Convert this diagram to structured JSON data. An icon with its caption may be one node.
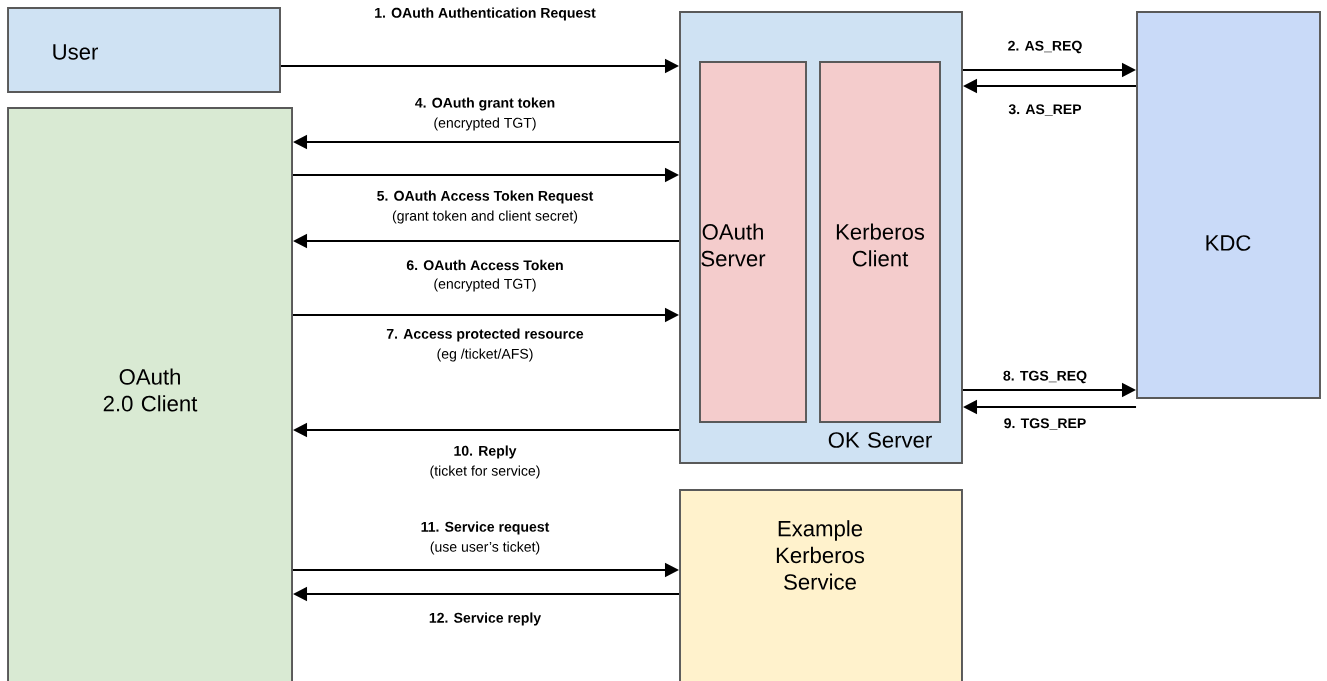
{
  "diagram": {
    "nodes": [
      {
        "text": [
          "User"
        ]
      },
      {
        "text": [
          "OAuth 2.0 Client"
        ]
      },
      {
        "text": [
          "OK Server"
        ]
      },
      {
        "text": [
          "OAuth Server"
        ],
        "in": 2
      },
      {
        "text": [
          "Kerberos Client"
        ],
        "in": 2
      },
      {
        "text": [
          "KDC"
        ]
      },
      {
        "text": [
          "Example Kerberos Service"
        ]
      }
    ],
    "edges": [
      {
        "from": 0,
        "to": 2,
        "arrow": "to",
        "label": "1. OAuth Authentication Request"
      },
      {
        "from": 2,
        "to": 5,
        "arrow": "to",
        "label": "2. AS_REQ"
      },
      {
        "from": 5,
        "to": 2,
        "arrow": "to",
        "label": "3. AS_REP"
      },
      {
        "from": 2,
        "to": 1,
        "arrow": "to",
        "label": "4. OAuth grant token"
      },
      {
        "from": 1,
        "to": 2,
        "arrow": "to",
        "label": "5. OAuth Access Token Request"
      },
      {
        "from": 2,
        "to": 1,
        "arrow": "to",
        "label": "6. OAuth Access Token"
      },
      {
        "from": 1,
        "to": 2,
        "arrow": "to",
        "label": "7. Access protected resource"
      },
      {
        "from": 2,
        "to": 5,
        "arrow": "to",
        "label": "8. TGS_REQ"
      },
      {
        "from": 5,
        "to": 2,
        "arrow": "to",
        "label": "9. TGS_REP"
      },
      {
        "from": 2,
        "to": 1,
        "arrow": "to",
        "label": "10. Reply"
      },
      {
        "from": 1,
        "to": 6,
        "arrow": "to",
        "label": "11. Service request"
      },
      {
        "from": 6,
        "to": 1,
        "arrow": "to",
        "label": "12. Service reply"
      }
    ],
    "labels": [
      "(encrypted TGT)",
      "(grant token and client secret)",
      "(encrypted TGT)",
      "(eg /ticket/AFS)",
      "(ticket for service)",
      "(use user’s ticket)"
    ]
  }
}
